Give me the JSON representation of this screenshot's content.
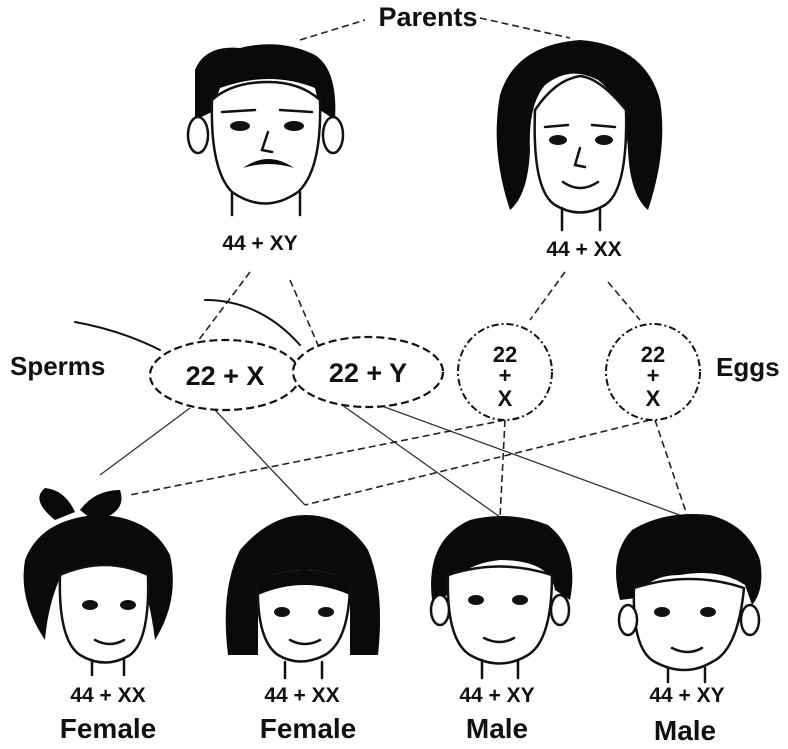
{
  "title": "Parents",
  "parents": {
    "father": {
      "genotype": "44 + XY"
    },
    "mother": {
      "genotype": "44 + XX"
    }
  },
  "gametes": {
    "sperm_label": "Sperms",
    "egg_label": "Eggs",
    "sperms": [
      {
        "text": "22 + X"
      },
      {
        "text": "22 + Y"
      }
    ],
    "eggs": [
      {
        "top": "22",
        "mid": "+",
        "bottom": "X"
      },
      {
        "top": "22",
        "mid": "+",
        "bottom": "X"
      }
    ]
  },
  "offspring": [
    {
      "genotype": "44 + XX",
      "sex": "Female"
    },
    {
      "genotype": "44 + XX",
      "sex": "Female"
    },
    {
      "genotype": "44 + XY",
      "sex": "Male"
    },
    {
      "genotype": "44 + XY",
      "sex": "Male"
    }
  ]
}
